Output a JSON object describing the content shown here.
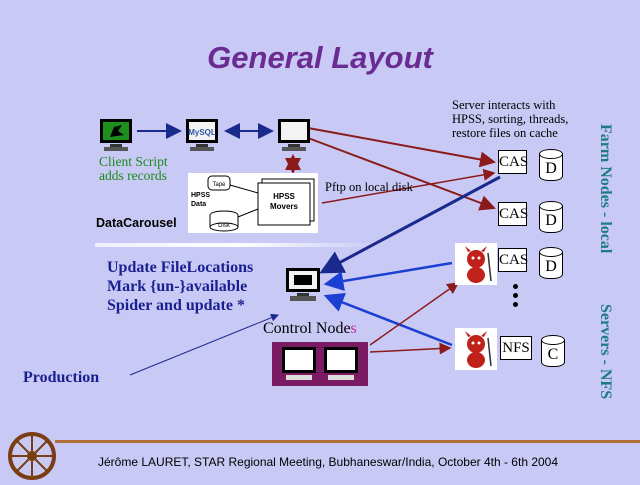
{
  "title": "General Layout",
  "labels": {
    "client_script": [
      "Client Script",
      "adds records"
    ],
    "server_interacts": [
      "Server interacts with",
      "HPSS, sorting, threads,",
      "restore files on cache"
    ],
    "pftp": "Pftp on local disk",
    "datacarousel": "DataCarousel",
    "update_lines": [
      "Update FileLocations",
      "Mark {un-}available",
      "Spider and update *"
    ],
    "control_nodes": "Control Node",
    "control_nodes_s": "s",
    "production": "Production",
    "farm_nodes_local": "Farm Nodes - local",
    "servers_nfs": "Servers - NFS"
  },
  "hpss": {
    "tape": "Tape",
    "hpss_data": [
      "HPSS",
      "Data"
    ],
    "disk": "Disk",
    "movers": [
      "HPSS",
      "Movers"
    ]
  },
  "mysql_logo": "MySQL",
  "nodes": [
    {
      "server": "CAS",
      "disk": "D"
    },
    {
      "server": "CAS",
      "disk": "D"
    },
    {
      "server": "CAS",
      "disk": "D"
    },
    {
      "server": "NFS",
      "disk": "C"
    }
  ],
  "footer": "Jérôme LAURET, STAR Regional Meeting, Bubhaneswar/India, October 4th - 6th 2004",
  "colors": {
    "background": "#c9c9f6",
    "title": "#6a2c91",
    "arrow_navy": "#1a2a8c",
    "arrow_red": "#8b1a1a",
    "arrow_blue": "#1a3fd1",
    "text_green": "#1b8a1b",
    "text_teal": "#1f7b83"
  }
}
